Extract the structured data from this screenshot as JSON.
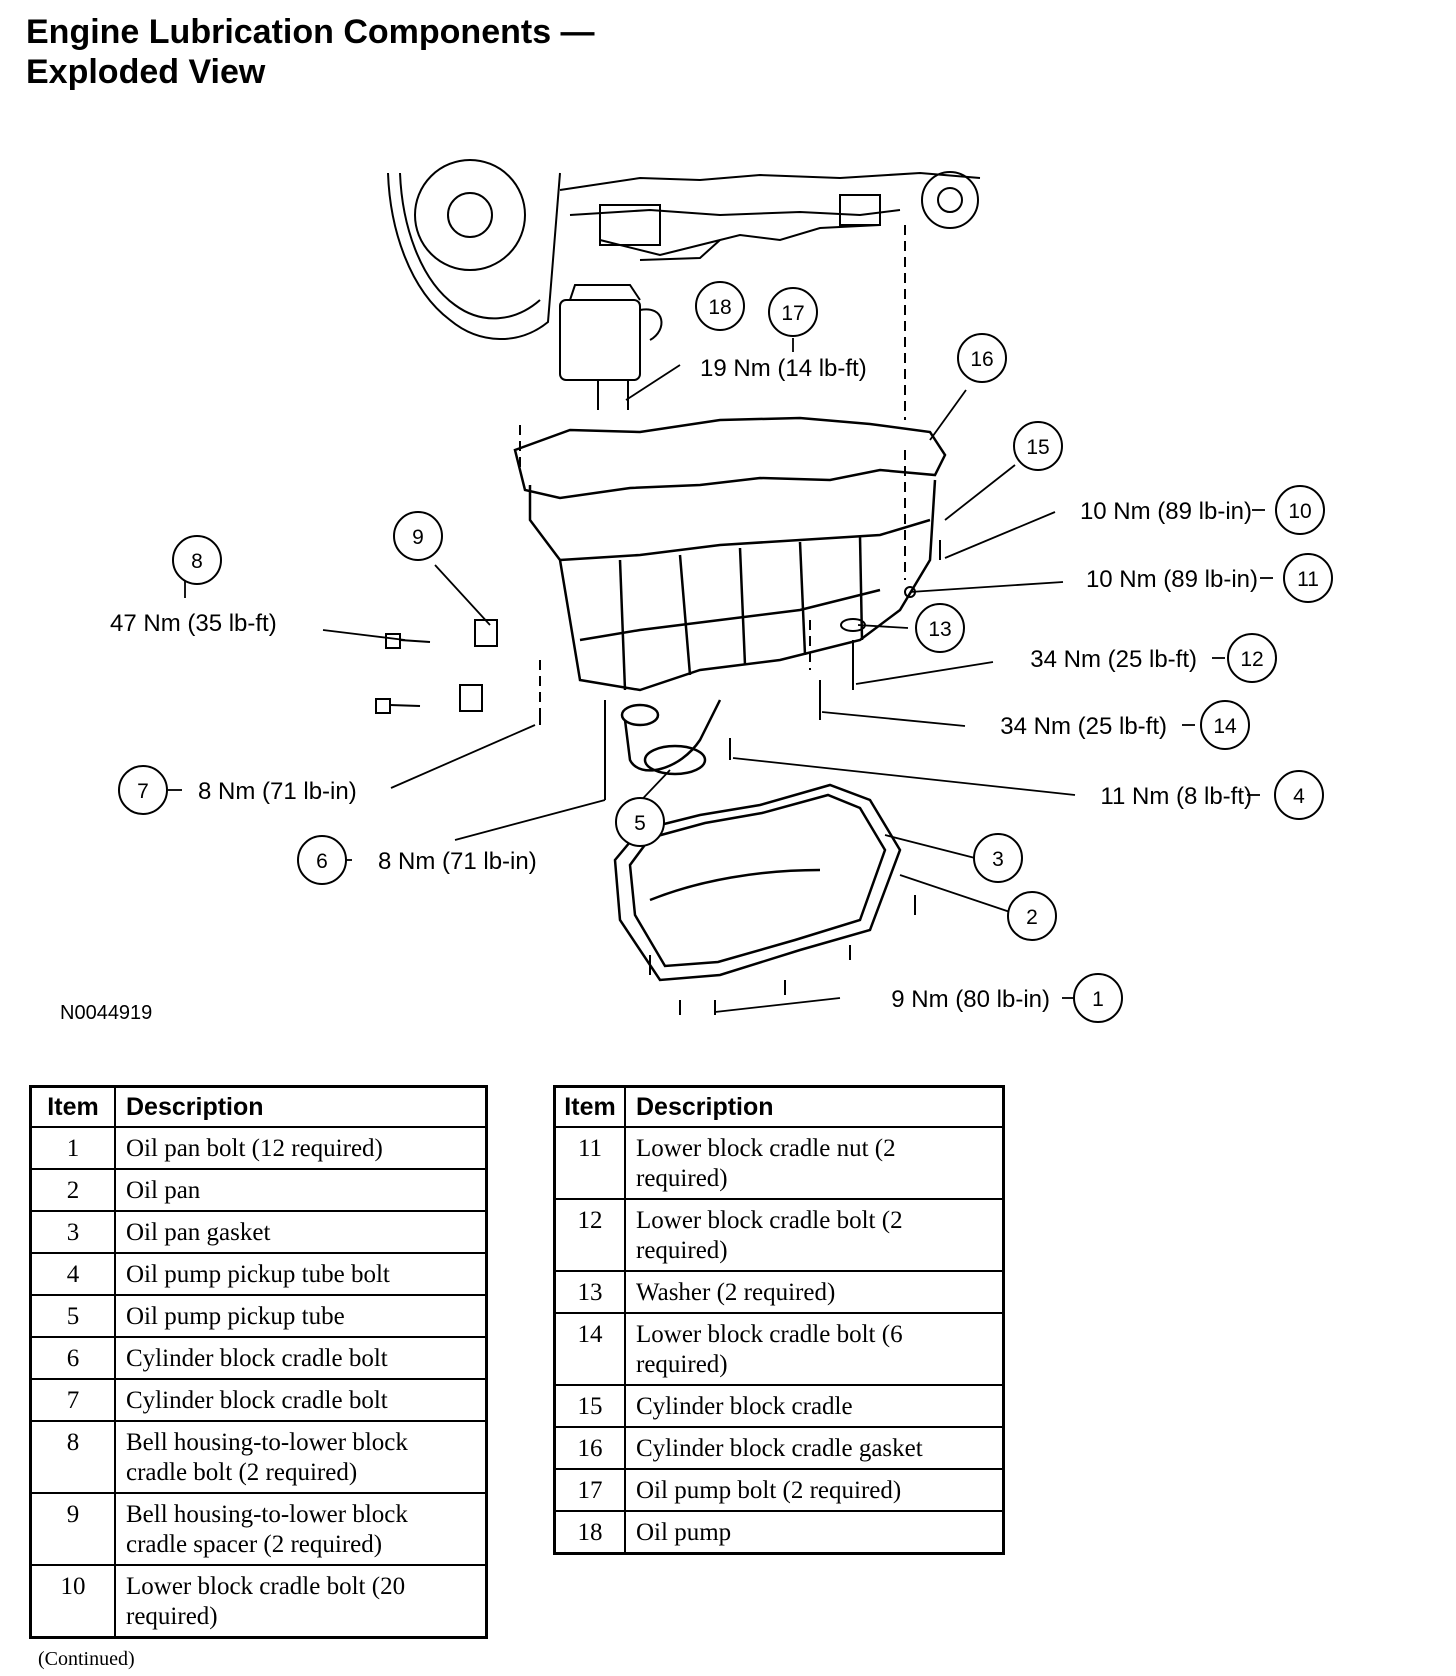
{
  "title_line1": "Engine Lubrication Components —",
  "title_line2": "Exploded View",
  "figure_id": "N0044919",
  "callouts": [
    {
      "num": "1",
      "torque": "9 Nm (80 lb-in)"
    },
    {
      "num": "2",
      "torque": ""
    },
    {
      "num": "3",
      "torque": ""
    },
    {
      "num": "4",
      "torque": "11 Nm (8 lb-ft)"
    },
    {
      "num": "5",
      "torque": ""
    },
    {
      "num": "6",
      "torque": "8 Nm (71 lb-in)"
    },
    {
      "num": "7",
      "torque": "8 Nm (71 lb-in)"
    },
    {
      "num": "8",
      "torque": "47 Nm (35 lb-ft)"
    },
    {
      "num": "9",
      "torque": ""
    },
    {
      "num": "10",
      "torque": "10 Nm (89 lb-in)"
    },
    {
      "num": "11",
      "torque": "10 Nm (89 lb-in)"
    },
    {
      "num": "12",
      "torque": "34 Nm (25 lb-ft)"
    },
    {
      "num": "13",
      "torque": ""
    },
    {
      "num": "14",
      "torque": "34 Nm (25 lb-ft)"
    },
    {
      "num": "15",
      "torque": ""
    },
    {
      "num": "16",
      "torque": ""
    },
    {
      "num": "17",
      "torque": "19 Nm (14 lb-ft)"
    },
    {
      "num": "18",
      "torque": ""
    }
  ],
  "table_headers": {
    "item": "Item",
    "description": "Description"
  },
  "table_left": [
    {
      "item": "1",
      "description": "Oil pan bolt (12 required)"
    },
    {
      "item": "2",
      "description": "Oil pan"
    },
    {
      "item": "3",
      "description": "Oil pan gasket"
    },
    {
      "item": "4",
      "description": "Oil pump pickup tube bolt"
    },
    {
      "item": "5",
      "description": "Oil pump pickup tube"
    },
    {
      "item": "6",
      "description": "Cylinder block cradle bolt"
    },
    {
      "item": "7",
      "description": "Cylinder block cradle bolt"
    },
    {
      "item": "8",
      "description": "Bell housing-to-lower block cradle bolt (2 required)"
    },
    {
      "item": "9",
      "description": "Bell housing-to-lower block cradle spacer (2 required)"
    },
    {
      "item": "10",
      "description": "Lower block cradle bolt (20 required)"
    }
  ],
  "table_right": [
    {
      "item": "11",
      "description": "Lower block cradle nut (2 required)"
    },
    {
      "item": "12",
      "description": "Lower block cradle bolt (2 required)"
    },
    {
      "item": "13",
      "description": "Washer (2 required)"
    },
    {
      "item": "14",
      "description": "Lower block cradle bolt (6 required)"
    },
    {
      "item": "15",
      "description": "Cylinder block cradle"
    },
    {
      "item": "16",
      "description": "Cylinder block cradle gasket"
    },
    {
      "item": "17",
      "description": "Oil pump bolt (2 required)"
    },
    {
      "item": "18",
      "description": "Oil pump"
    }
  ],
  "continued_note": "(Continued)"
}
